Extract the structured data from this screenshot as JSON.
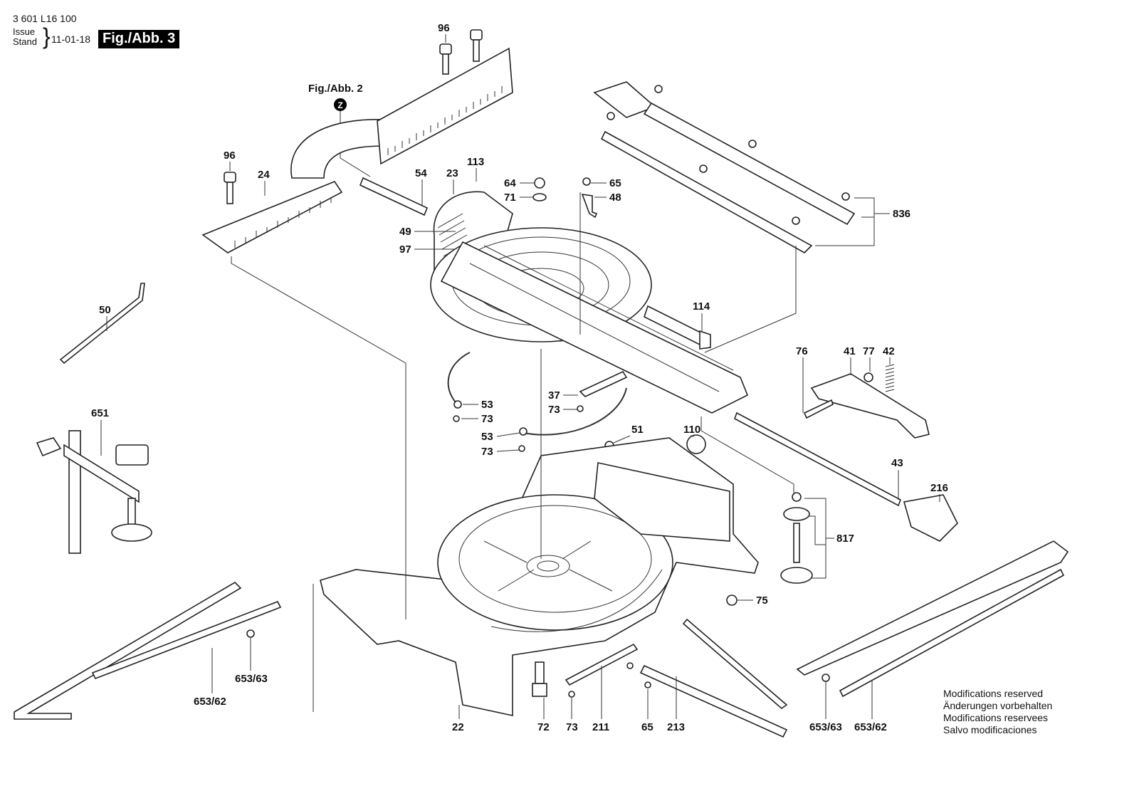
{
  "header": {
    "document_number": "3 601 L16 100",
    "issue_label_en": "Issue",
    "issue_label_de": "Stand",
    "issue_date": "11-01-18",
    "figure_title": "Fig./Abb. 3"
  },
  "reference": {
    "label": "Fig./Abb. 2",
    "marker": "Z"
  },
  "part_labels": [
    {
      "id": "96",
      "text": "96"
    },
    {
      "id": "96b",
      "text": "96"
    },
    {
      "id": "24",
      "text": "24"
    },
    {
      "id": "54",
      "text": "54"
    },
    {
      "id": "23",
      "text": "23"
    },
    {
      "id": "113",
      "text": "113"
    },
    {
      "id": "64",
      "text": "64"
    },
    {
      "id": "71",
      "text": "71"
    },
    {
      "id": "65",
      "text": "65"
    },
    {
      "id": "48",
      "text": "48"
    },
    {
      "id": "49",
      "text": "49"
    },
    {
      "id": "97",
      "text": "97"
    },
    {
      "id": "836",
      "text": "836"
    },
    {
      "id": "50",
      "text": "50"
    },
    {
      "id": "114",
      "text": "114"
    },
    {
      "id": "76",
      "text": "76"
    },
    {
      "id": "41",
      "text": "41"
    },
    {
      "id": "77",
      "text": "77"
    },
    {
      "id": "42",
      "text": "42"
    },
    {
      "id": "651",
      "text": "651"
    },
    {
      "id": "53",
      "text": "53"
    },
    {
      "id": "73",
      "text": "73"
    },
    {
      "id": "37",
      "text": "37"
    },
    {
      "id": "73b",
      "text": "73"
    },
    {
      "id": "53b",
      "text": "53"
    },
    {
      "id": "73c",
      "text": "73"
    },
    {
      "id": "51",
      "text": "51"
    },
    {
      "id": "110",
      "text": "110"
    },
    {
      "id": "43",
      "text": "43"
    },
    {
      "id": "216",
      "text": "216"
    },
    {
      "id": "817",
      "text": "817"
    },
    {
      "id": "75",
      "text": "75"
    },
    {
      "id": "653-63",
      "text": "653/63"
    },
    {
      "id": "653-62",
      "text": "653/62"
    },
    {
      "id": "22",
      "text": "22"
    },
    {
      "id": "72",
      "text": "72"
    },
    {
      "id": "73d",
      "text": "73"
    },
    {
      "id": "211",
      "text": "211"
    },
    {
      "id": "65b",
      "text": "65"
    },
    {
      "id": "213",
      "text": "213"
    },
    {
      "id": "653-63b",
      "text": "653/63"
    },
    {
      "id": "653-62b",
      "text": "653/62"
    }
  ],
  "footer_notes": [
    "Modifications reserved",
    "Änderungen vorbehalten",
    "Modifications reservees",
    "Salvo modificaciones"
  ]
}
